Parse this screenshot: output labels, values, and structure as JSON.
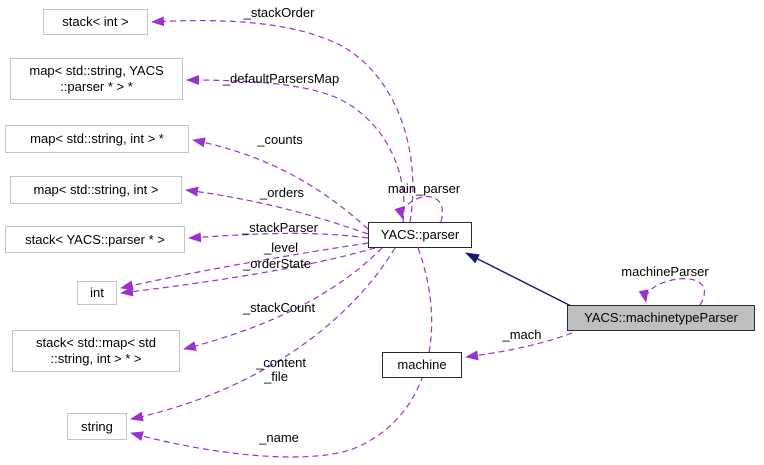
{
  "diagram": {
    "colors": {
      "edge_dashed": "#9a32cd",
      "edge_solid": "#191970",
      "node_fill": "#ffffff",
      "node_border_gray": "#c3c3c3",
      "node_border_black": "#2a2a2a",
      "current_node_fill": "#bfbfbf",
      "background": "#ffffff",
      "text": "#000000"
    },
    "nodes": [
      {
        "id": "stack-int",
        "lines": [
          "stack< int >"
        ]
      },
      {
        "id": "map-string-yacs-parser",
        "lines": [
          "map< std::string, YACS",
          "::parser * > *"
        ]
      },
      {
        "id": "map-string-int-ptr",
        "lines": [
          "map< std::string, int > *"
        ]
      },
      {
        "id": "map-string-int",
        "lines": [
          "map< std::string, int >"
        ]
      },
      {
        "id": "stack-yacs-parser-ptr",
        "lines": [
          "stack< YACS::parser * >"
        ]
      },
      {
        "id": "int",
        "lines": [
          "int"
        ]
      },
      {
        "id": "stack-map-string-int",
        "lines": [
          "stack< std::map< std",
          "::string, int > * >"
        ]
      },
      {
        "id": "string",
        "lines": [
          "string"
        ]
      },
      {
        "id": "yacs-parser",
        "lines": [
          "YACS::parser"
        ]
      },
      {
        "id": "machine",
        "lines": [
          "machine"
        ]
      },
      {
        "id": "yacs-machinetypeparser",
        "lines": [
          "YACS::machinetypeParser"
        ]
      }
    ],
    "edge_labels": [
      {
        "text": "_stackOrder"
      },
      {
        "text": "_defaultParsersMap"
      },
      {
        "text": "_counts"
      },
      {
        "text": "_orders"
      },
      {
        "text": "_stackParser"
      },
      {
        "text": "_level"
      },
      {
        "text": "_orderState"
      },
      {
        "text": "_stackCount"
      },
      {
        "text": "_content"
      },
      {
        "text": "_file"
      },
      {
        "text": "_name"
      },
      {
        "text": "main_parser"
      },
      {
        "text": "machineParser"
      },
      {
        "text": "_mach"
      }
    ]
  }
}
